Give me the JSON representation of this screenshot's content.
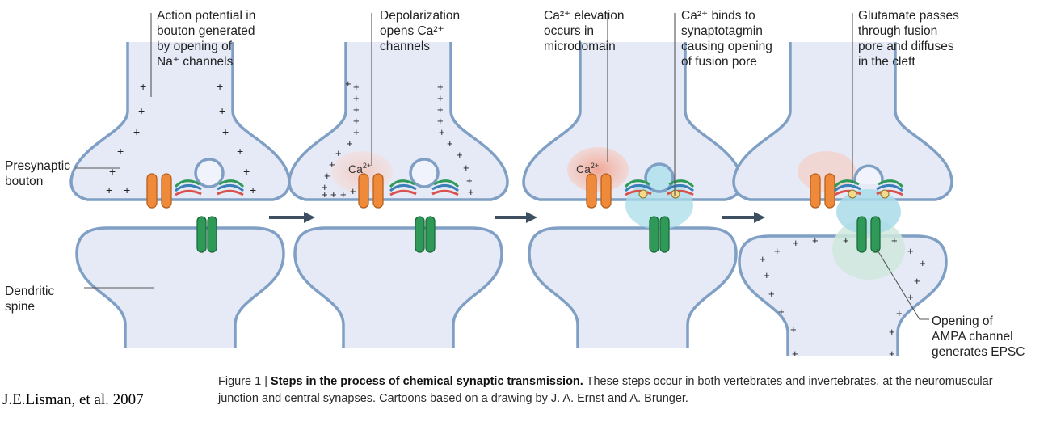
{
  "labels": {
    "action_potential": [
      "Action potential in",
      "bouton generated",
      "by opening of",
      "Na⁺ channels"
    ],
    "depolarization": [
      "Depolarization",
      "opens Ca²⁺",
      "channels"
    ],
    "ca_elevation": [
      "Ca²⁺ elevation",
      "occurs in",
      "microdomain"
    ],
    "ca_binds": [
      "Ca²⁺ binds to",
      "synaptotagmin",
      "causing opening",
      "of fusion pore"
    ],
    "glutamate": [
      "Glutamate passes",
      "through fusion",
      "pore and diffuses",
      "in the cleft"
    ],
    "presynaptic": [
      "Presynaptic",
      "bouton"
    ],
    "dendritic": [
      "Dendritic",
      "spine"
    ],
    "ampa": [
      "Opening of",
      "AMPA channel",
      "generates EPSC"
    ],
    "ca_inline": "Ca²⁺"
  },
  "caption": {
    "figure_no": "Figure 1 | ",
    "title": "Steps in the process of chemical synaptic transmission.",
    "body": " These steps occur in both vertebrates and invertebrates, at the neuromuscular junction and central synapses. Cartoons based on a drawing by J. A. Ernst and A. Brunger."
  },
  "citation": "J.E.Lisman, et al. 2007",
  "colors": {
    "membrane": "#7f9fc4",
    "cytoplasm": "#e6eaf7",
    "ca_channel": "#ee8a3a",
    "ampa_channel": "#2f9a58",
    "calcium_cloud": "#f6c6b8",
    "pore_cloud": "#a9dce9",
    "glutamate_cloud": "#cfe7dc",
    "synaptotagmin": "#f4d98a",
    "arrow": "#3d4f60"
  }
}
